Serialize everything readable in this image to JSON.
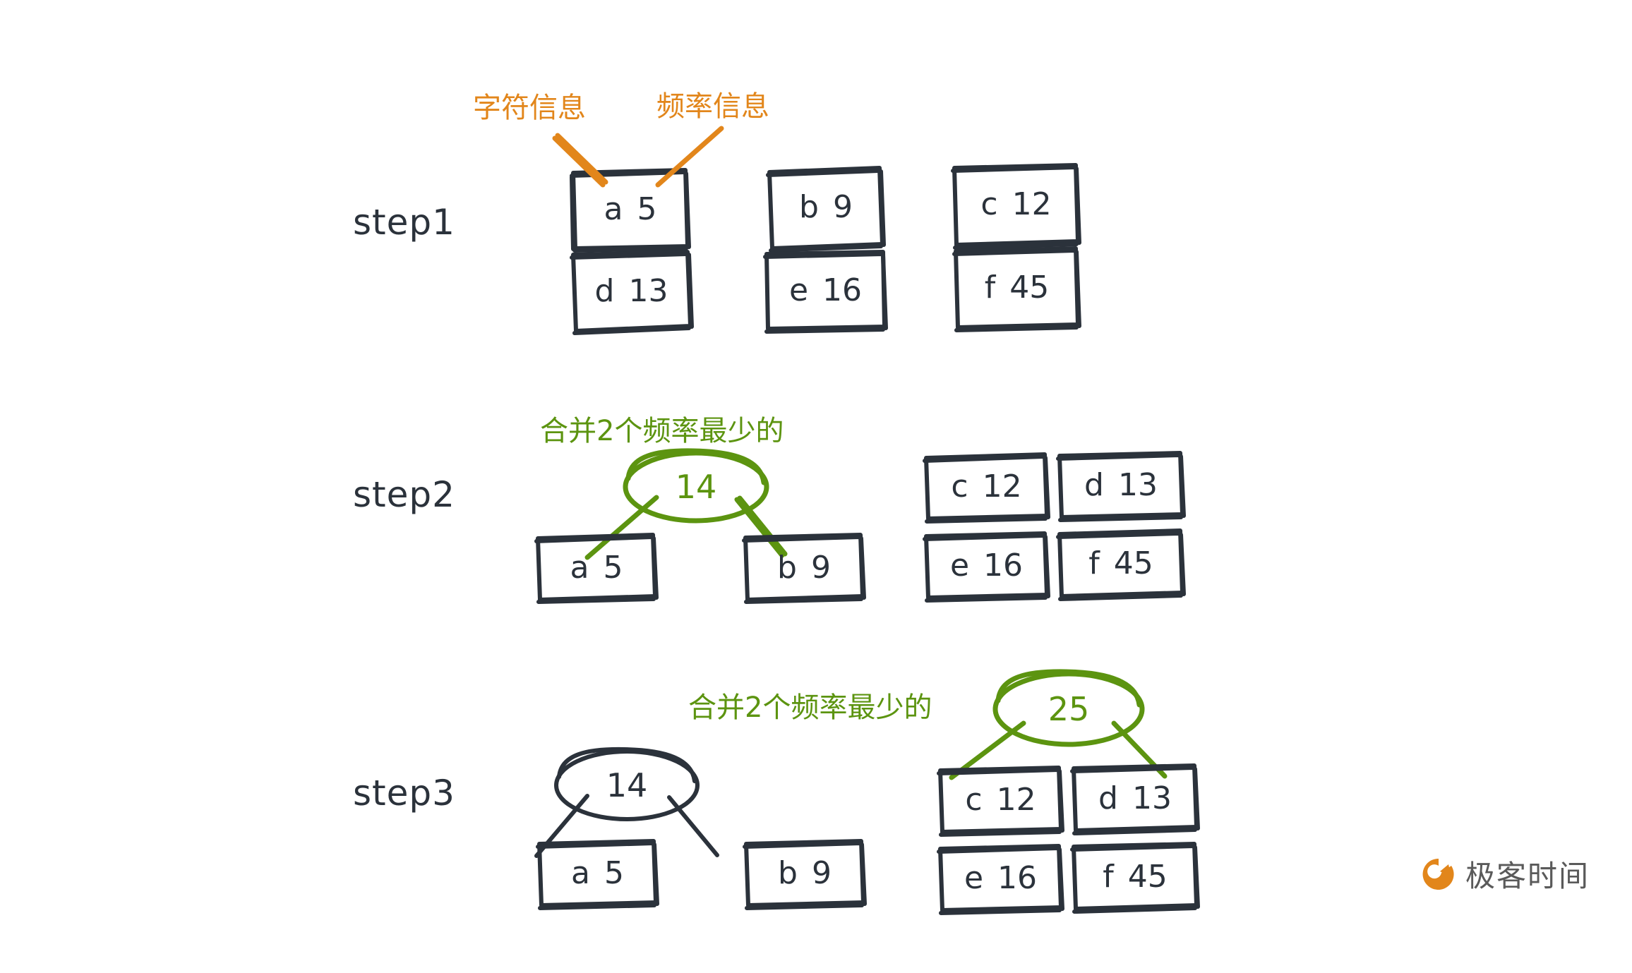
{
  "figure": {
    "title_implicit": "Huffman tree construction steps",
    "background_color": "#ffffff",
    "ink_color": "#2b323b",
    "orange_color": "#e2861b",
    "green_color": "#5c9410"
  },
  "steps": [
    {
      "label": "step1",
      "leaves_row1": [
        {
          "symbol": "a",
          "freq": "5"
        },
        {
          "symbol": "b",
          "freq": "9"
        },
        {
          "symbol": "c",
          "freq": "12"
        }
      ],
      "leaves_row2": [
        {
          "symbol": "d",
          "freq": "13"
        },
        {
          "symbol": "e",
          "freq": "16"
        },
        {
          "symbol": "f",
          "freq": "45"
        }
      ],
      "annotations": [
        {
          "text": "字符信息",
          "color": "#e2861b"
        },
        {
          "text": "频率信息",
          "color": "#e2861b"
        }
      ]
    },
    {
      "label": "step2",
      "annotation": {
        "text": "合并2个频率最少的",
        "color": "#5c9410"
      },
      "merged_node": {
        "value": "14",
        "color": "#5c9410"
      },
      "children": [
        {
          "symbol": "a",
          "freq": "5"
        },
        {
          "symbol": "b",
          "freq": "9"
        }
      ],
      "remaining": [
        {
          "symbol": "c",
          "freq": "12"
        },
        {
          "symbol": "d",
          "freq": "13"
        },
        {
          "symbol": "e",
          "freq": "16"
        },
        {
          "symbol": "f",
          "freq": "45"
        }
      ]
    },
    {
      "label": "step3",
      "annotation": {
        "text": "合并2个频率最少的",
        "color": "#5c9410"
      },
      "merged_node": {
        "value": "25",
        "color": "#5c9410"
      },
      "merged_children": [
        {
          "symbol": "c",
          "freq": "12"
        },
        {
          "symbol": "d",
          "freq": "13"
        }
      ],
      "previous_node": {
        "value": "14",
        "color": "#2b323b"
      },
      "previous_children": [
        {
          "symbol": "a",
          "freq": "5"
        },
        {
          "symbol": "b",
          "freq": "9"
        }
      ],
      "remaining": [
        {
          "symbol": "e",
          "freq": "16"
        },
        {
          "symbol": "f",
          "freq": "45"
        }
      ]
    }
  ],
  "logo": {
    "wordmark": "极客时间",
    "mark_color": "#e2861b",
    "text_color": "#5a5a5a"
  }
}
